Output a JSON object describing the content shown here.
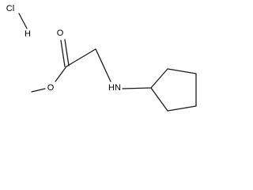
{
  "molecule": {
    "atoms": {
      "chlorine": "Cl",
      "hydrogen": "H",
      "carbonyl_oxygen": "O",
      "ester_oxygen": "O",
      "amine": "HN"
    },
    "colors": {
      "bond": "#1a1a1a",
      "label": "#000000",
      "background": "#ffffff"
    }
  }
}
